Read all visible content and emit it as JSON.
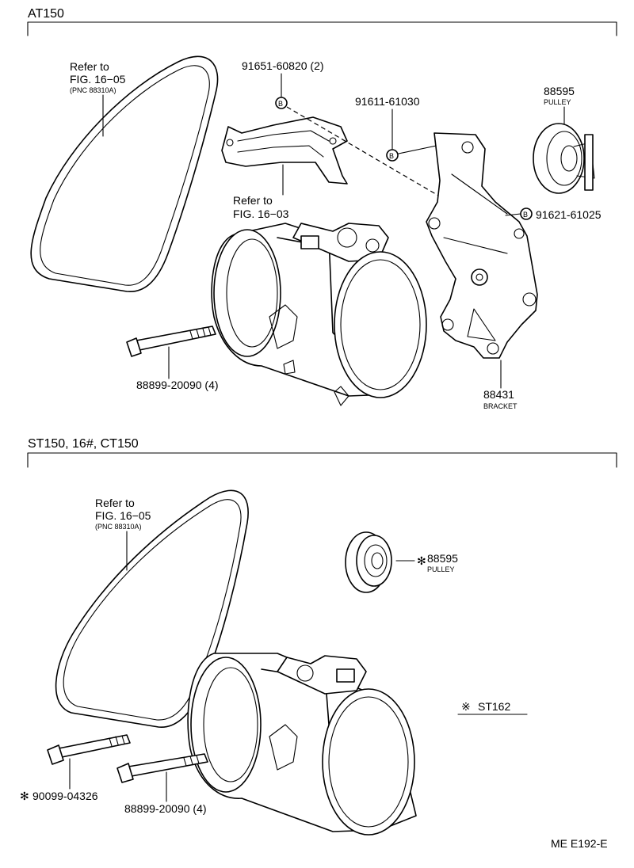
{
  "sections": {
    "top": {
      "header": "AT150",
      "belt_ref": {
        "line1": "Refer to",
        "line2": "FIG. 16−05",
        "line3": "(PNC 88310A)"
      },
      "bracket_ref": {
        "line1": "Refer to",
        "line2": "FIG. 16−03"
      },
      "parts": {
        "p91651": "91651-60820 (2)",
        "p91611": "91611-61030",
        "p91621": "91621-61025",
        "p88595": "88595",
        "p88595_sub": "PULLEY",
        "p88899": "88899-20090 (4)",
        "p88431": "88431",
        "p88431_sub": "BRACKET"
      },
      "marker_letter": "B"
    },
    "bottom": {
      "header": "ST150, 16#, CT150",
      "belt_ref": {
        "line1": "Refer to",
        "line2": "FIG. 16−05",
        "line3": "(PNC 88310A)"
      },
      "parts": {
        "p88595": "88595",
        "p88595_sub": "PULLEY",
        "p90099": "90099-04326",
        "p88899": "88899-20090 (4)"
      },
      "note": "ST162",
      "asterisk": "✻",
      "note_mark": "※"
    }
  },
  "footer_code": "ME E192-E"
}
